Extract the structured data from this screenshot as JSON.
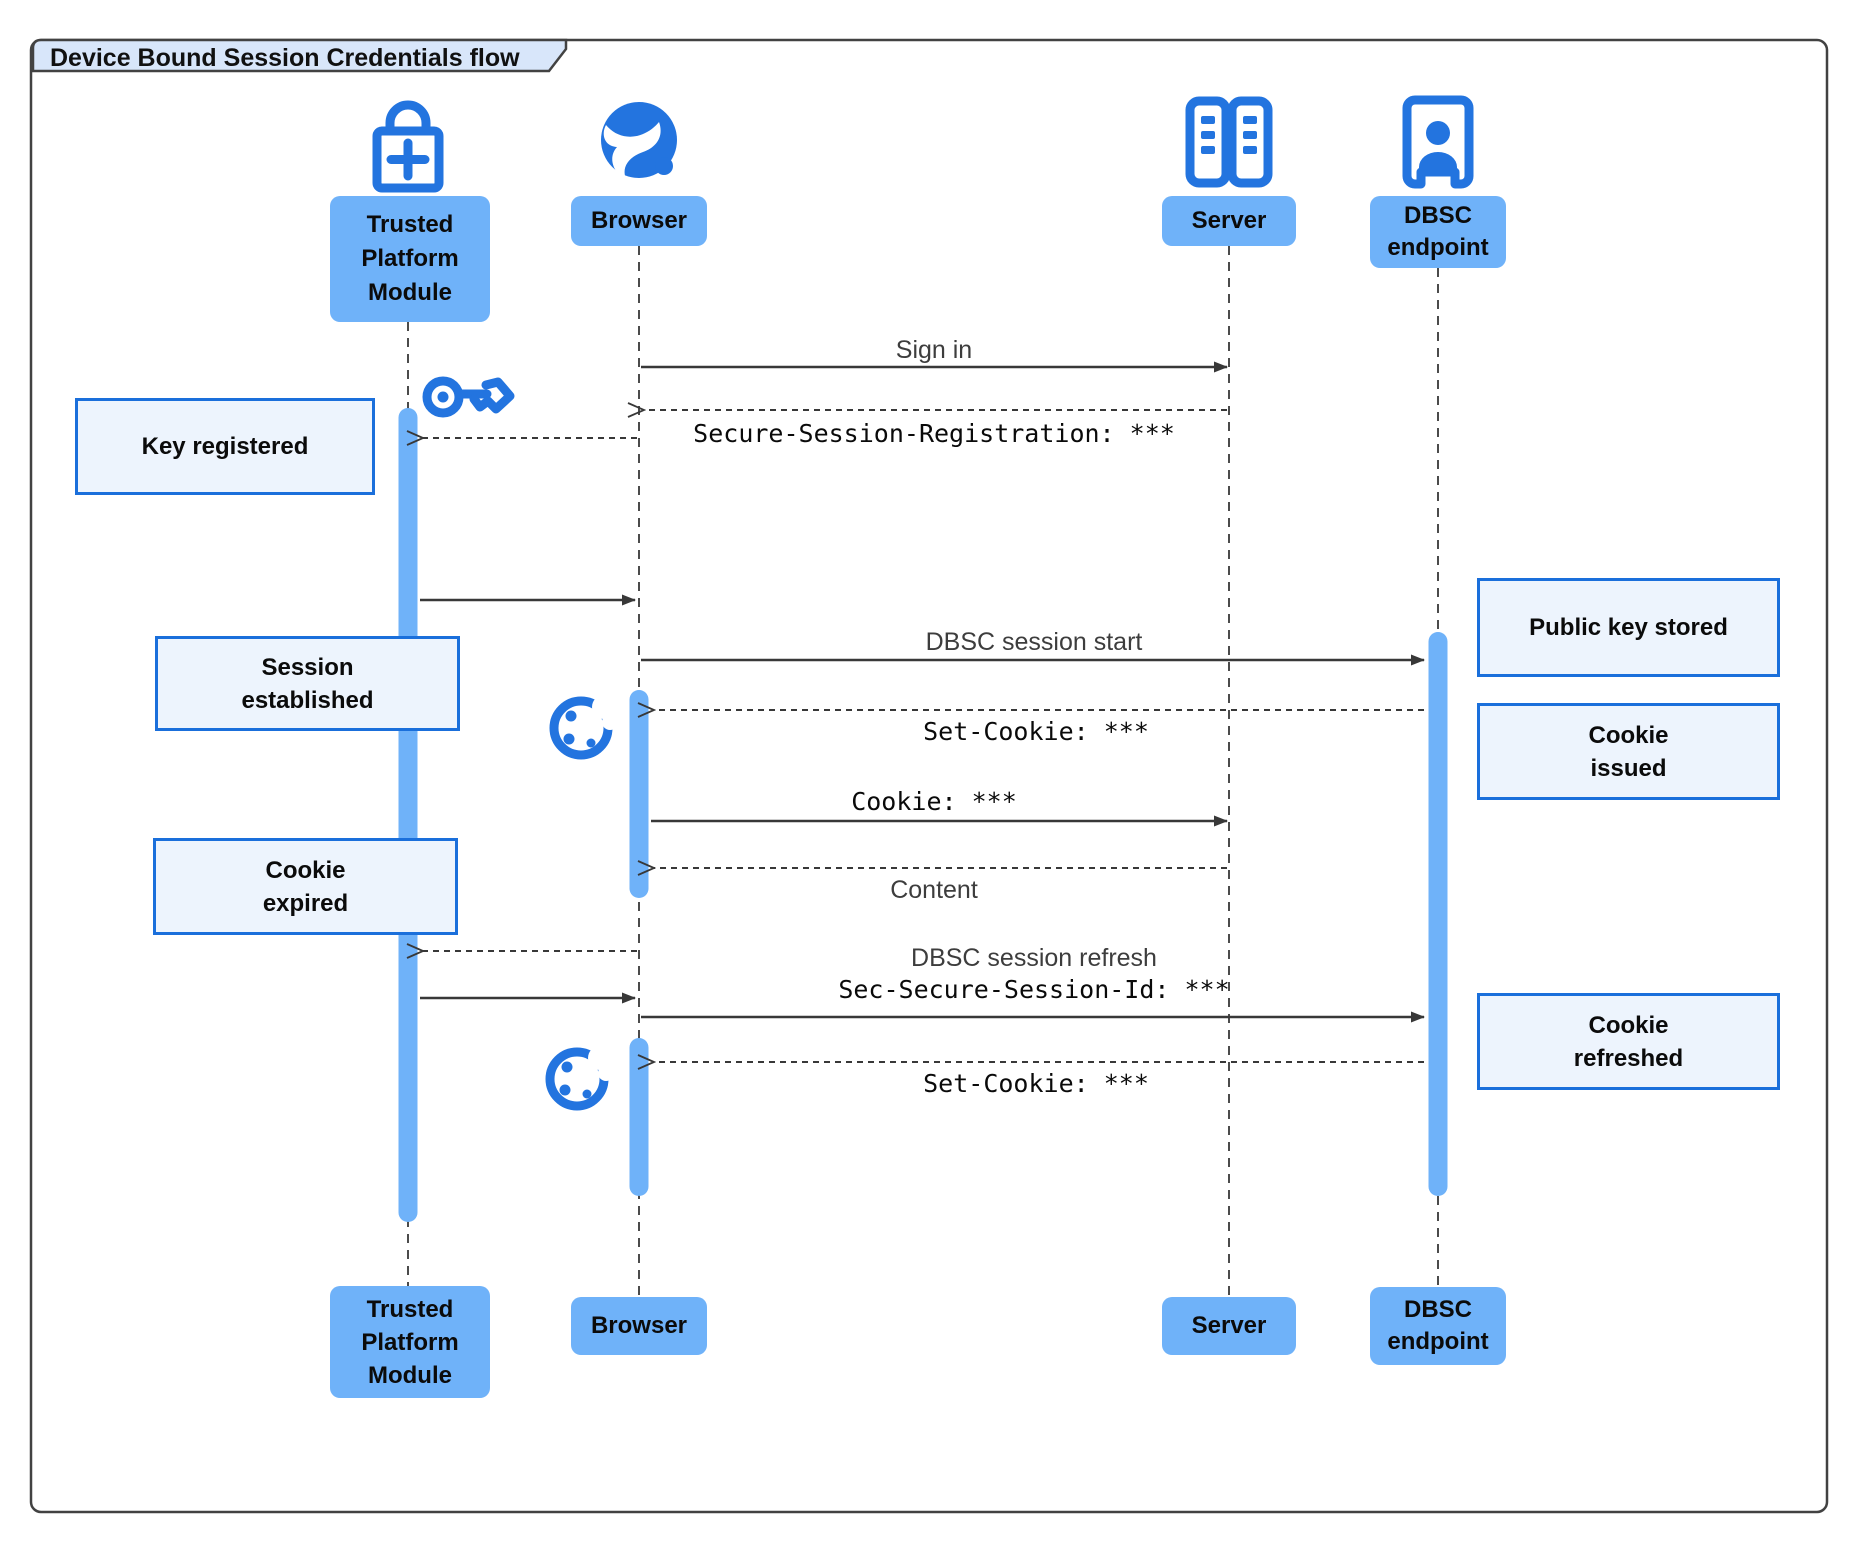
{
  "title": "Device Bound Session Credentials flow",
  "participants": [
    {
      "id": "tpm",
      "label": "Trusted\nPlatform\nModule",
      "icon": "lock-plus-icon"
    },
    {
      "id": "browser",
      "label": "Browser",
      "icon": "globe-icon"
    },
    {
      "id": "server",
      "label": "Server",
      "icon": "server-racks-icon"
    },
    {
      "id": "dbsc",
      "label": "DBSC\nendpoint",
      "icon": "doorway-person-icon"
    }
  ],
  "messages": {
    "sign_in": "Sign in",
    "secure_session_registration": "Secure-Session-Registration: ***",
    "dbsc_session_start": "DBSC session start",
    "set_cookie_1": "Set-Cookie: ***",
    "cookie": "Cookie: ***",
    "content": "Content",
    "dbsc_session_refresh": "DBSC session refresh",
    "sec_secure_session_id": "Sec-Secure-Session-Id: ***",
    "set_cookie_2": "Set-Cookie: ***"
  },
  "notes": {
    "key_registered": "Key registered",
    "session_established": "Session\nestablished",
    "cookie_expired": "Cookie\nexpired",
    "public_key_stored": "Public key stored",
    "cookie_issued": "Cookie\nissued",
    "cookie_refreshed": "Cookie\nrefreshed"
  },
  "icons": [
    "lock-plus-icon",
    "globe-icon",
    "server-racks-icon",
    "doorway-person-icon",
    "key-icon",
    "cookie-icon"
  ],
  "colors": {
    "accent": "#2374DF",
    "bar_fill": "#6FB2F9",
    "box_fill": "#6FB2F9",
    "note_fill": "#EDF4FD",
    "note_border": "#1A6FDB",
    "title_fill": "#D8E6FA",
    "line": "#383838",
    "frame": "#424242"
  }
}
